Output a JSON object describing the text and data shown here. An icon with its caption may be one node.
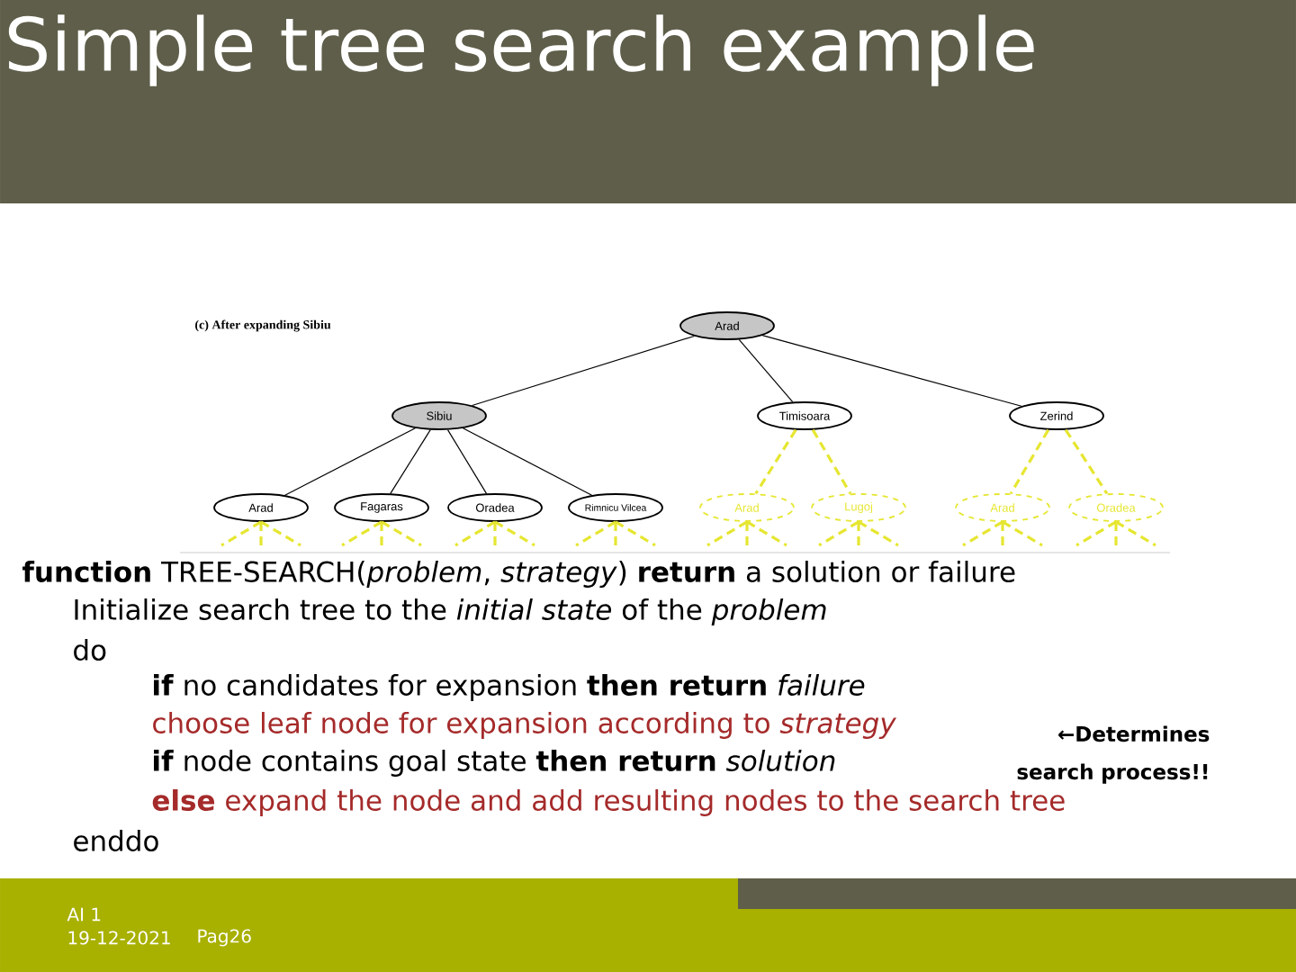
{
  "diagram": {
    "title": "Simple tree search example",
    "nodes": [
      {
        "text": [
          "Arad"
        ]
      },
      {
        "text": [
          "Sibiu"
        ]
      },
      {
        "text": [
          "Timisoara"
        ]
      },
      {
        "text": [
          "Zerind"
        ]
      },
      {
        "text": [
          "Arad"
        ]
      },
      {
        "text": [
          "Fagaras"
        ]
      },
      {
        "text": [
          "Oradea"
        ]
      },
      {
        "text": [
          "Rimnicu Vilcea"
        ]
      },
      {
        "text": [
          "Arad"
        ]
      },
      {
        "text": [
          "Lugoj"
        ]
      },
      {
        "text": [
          "Arad"
        ]
      },
      {
        "text": [
          "Oradea"
        ]
      }
    ],
    "edges": [
      {
        "from": 0,
        "to": 1,
        "arrow": "none",
        "color": "#000000"
      },
      {
        "from": 0,
        "to": 2,
        "arrow": "none",
        "color": "#000000"
      },
      {
        "from": 0,
        "to": 3,
        "arrow": "none",
        "color": "#000000"
      },
      {
        "from": 1,
        "to": 4,
        "arrow": "none",
        "color": "#000000"
      },
      {
        "from": 1,
        "to": 5,
        "arrow": "none",
        "color": "#000000"
      },
      {
        "from": 1,
        "to": 6,
        "arrow": "none",
        "color": "#000000"
      },
      {
        "from": 1,
        "to": 7,
        "arrow": "none",
        "color": "#000000"
      },
      {
        "from": 2,
        "to": 8,
        "arrow": "none",
        "style": "dashed",
        "color": "#e6e632"
      },
      {
        "from": 2,
        "to": 9,
        "arrow": "none",
        "style": "dashed",
        "color": "#e6e632"
      },
      {
        "from": 3,
        "to": 10,
        "arrow": "none",
        "style": "dashed",
        "color": "#e6e632"
      },
      {
        "from": 3,
        "to": 11,
        "arrow": "none",
        "style": "dashed",
        "color": "#e6e632"
      },
      {
        "from": 4,
        "to": null,
        "arrow": "none",
        "style": "dashed",
        "color": "#e6e632"
      },
      {
        "from": 4,
        "to": null,
        "arrow": "none",
        "style": "dashed",
        "color": "#e6e632"
      },
      {
        "from": 4,
        "to": null,
        "arrow": "none",
        "style": "dashed",
        "color": "#e6e632"
      },
      {
        "from": 5,
        "to": null,
        "arrow": "none",
        "style": "dashed",
        "color": "#e6e632"
      },
      {
        "from": 5,
        "to": null,
        "arrow": "none",
        "style": "dashed",
        "color": "#e6e632"
      },
      {
        "from": 5,
        "to": null,
        "arrow": "none",
        "style": "dashed",
        "color": "#e6e632"
      },
      {
        "from": 6,
        "to": null,
        "arrow": "none",
        "style": "dashed",
        "color": "#e6e632"
      },
      {
        "from": 6,
        "to": null,
        "arrow": "none",
        "style": "dashed",
        "color": "#e6e632"
      },
      {
        "from": 6,
        "to": null,
        "arrow": "none",
        "style": "dashed",
        "color": "#e6e632"
      },
      {
        "from": 7,
        "to": null,
        "arrow": "none",
        "style": "dashed",
        "color": "#e6e632"
      },
      {
        "from": 7,
        "to": null,
        "arrow": "none",
        "style": "dashed",
        "color": "#e6e632"
      },
      {
        "from": 7,
        "to": null,
        "arrow": "none",
        "style": "dashed",
        "color": "#e6e632"
      },
      {
        "from": 8,
        "to": null,
        "arrow": "none",
        "style": "dashed",
        "color": "#e6e632"
      },
      {
        "from": 8,
        "to": null,
        "arrow": "none",
        "style": "dashed",
        "color": "#e6e632"
      },
      {
        "from": 8,
        "to": null,
        "arrow": "none",
        "style": "dashed",
        "color": "#e6e632"
      },
      {
        "from": 9,
        "to": null,
        "arrow": "none",
        "style": "dashed",
        "color": "#e6e632"
      },
      {
        "from": 9,
        "to": null,
        "arrow": "none",
        "style": "dashed",
        "color": "#e6e632"
      },
      {
        "from": 9,
        "to": null,
        "arrow": "none",
        "style": "dashed",
        "color": "#e6e632"
      },
      {
        "from": 10,
        "to": null,
        "arrow": "none",
        "style": "dashed",
        "color": "#e6e632"
      },
      {
        "from": 10,
        "to": null,
        "arrow": "none",
        "style": "dashed",
        "color": "#e6e632"
      },
      {
        "from": 10,
        "to": null,
        "arrow": "none",
        "style": "dashed",
        "color": "#e6e632"
      },
      {
        "from": 11,
        "to": null,
        "arrow": "none",
        "style": "dashed",
        "color": "#e6e632"
      },
      {
        "from": 11,
        "to": null,
        "arrow": "none",
        "style": "dashed",
        "color": "#e6e632"
      },
      {
        "from": 11,
        "to": null,
        "arrow": "none",
        "style": "dashed",
        "color": "#e6e632"
      }
    ],
    "labels": [
      "(c) After expanding Sibiu",
      "**function** TREE-SEARCH(*problem*, *strategy*) **return** a solution or failure",
      "Initialize search tree to the *initial state* of the *problem*",
      "do",
      "**if** no candidates for expansion **then return** *failure*",
      "choose leaf node for expansion according to *strategy*",
      "←Determines search process!!",
      "**if** node contains goal state **then return** *solution*",
      "**else** expand the node and add resulting nodes to the search tree",
      "enddo",
      "AI 1",
      "19-12-2021",
      "Pag26"
    ]
  }
}
